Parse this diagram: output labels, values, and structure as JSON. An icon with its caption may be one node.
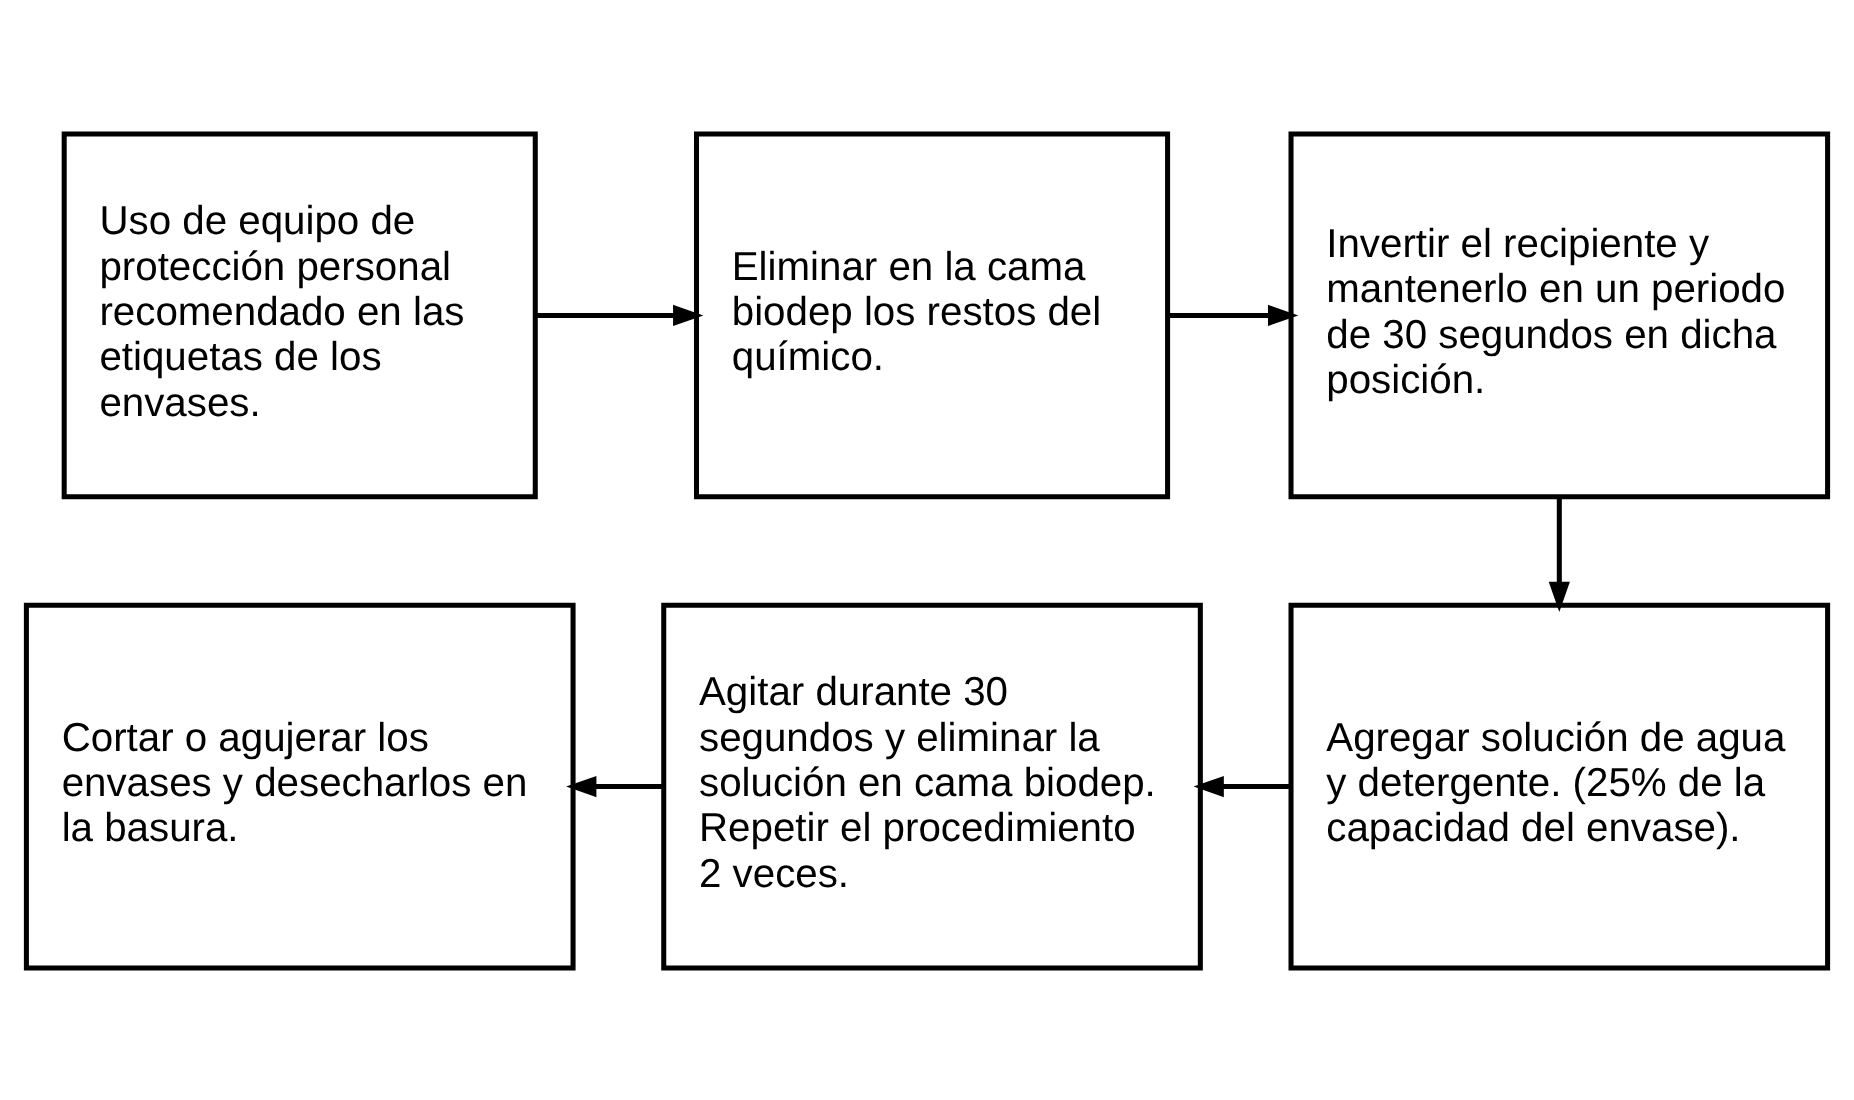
{
  "diagram": {
    "nodes": [
      {
        "text": [
          "Uso de equipo de protección personal recomendado en las etiquetas de los envases."
        ]
      },
      {
        "text": [
          "Eliminar en la cama biodep los restos del químico."
        ]
      },
      {
        "text": [
          "Invertir el recipiente y mantenerlo en un periodo de 30 segundos en dicha posición."
        ]
      },
      {
        "text": [
          "Agregar solución de agua y detergente. (25% de la capacidad del envase)."
        ]
      },
      {
        "text": [
          "Agitar durante 30 segundos y eliminar la solución en cama biodep. Repetir el procedimiento 2 veces."
        ]
      },
      {
        "text": [
          "Cortar o agujerar los envases y desecharlos en la basura."
        ]
      }
    ],
    "edges": [
      {
        "from": 0,
        "to": 1,
        "arrow": "to"
      },
      {
        "from": 1,
        "to": 2,
        "arrow": "to"
      },
      {
        "from": 2,
        "to": 3,
        "arrow": "to"
      },
      {
        "from": 3,
        "to": 4,
        "arrow": "to"
      },
      {
        "from": 4,
        "to": 5,
        "arrow": "to"
      }
    ]
  }
}
